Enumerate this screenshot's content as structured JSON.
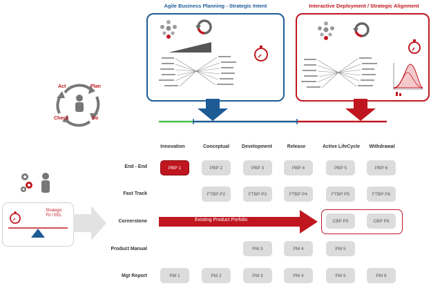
{
  "titles": {
    "left_panel": "Agile Business Planning - Strategic Intent",
    "right_panel": "Interactive Deployment / Strategic Alignment"
  },
  "colors": {
    "blue": "#1d5b95",
    "red": "#c0161f",
    "green": "#4bbf4b",
    "cell_gray": "#dcdcdc"
  },
  "pdca": {
    "act": "Act",
    "plan": "Plan",
    "check": "Check",
    "do": "Do"
  },
  "balance": {
    "label": "Strategic\nFit / EEL"
  },
  "columns": [
    "Innovation",
    "Conceptual",
    "Development",
    "Release",
    "Active LifeCycle",
    "Withdrawal"
  ],
  "rows": [
    "End - End",
    "Fast Track",
    "Cornerstone",
    "Product Manual",
    "Mgt Report"
  ],
  "cells": {
    "end_end": [
      "PBP 1",
      "PBP 2",
      "PBP 3",
      "PBP 4",
      "PBP 5",
      "PBP 6"
    ],
    "fast_track": [
      "FTBP P2",
      "FTBP P3",
      "FTBP P4",
      "FTBP P5",
      "FTBP P6"
    ],
    "cornerstone": [
      "CBP P5",
      "CBP P6"
    ],
    "product_manual": [
      "PM 3",
      "PM 4",
      "PM 5"
    ],
    "mgt_report": [
      "PM 1",
      "PM 2",
      "PM 3",
      "PM 4",
      "PM 5",
      "PM 6"
    ]
  },
  "arrow_label": "Existing Product Porfolio",
  "icons": [
    "dots-cluster-icon",
    "cycle-arrows-icon",
    "stopwatch-icon",
    "rising-wedge-icon",
    "mind-map-icon",
    "bell-curve-icon",
    "gears-icon",
    "person-icon",
    "balance-scale-icon"
  ]
}
